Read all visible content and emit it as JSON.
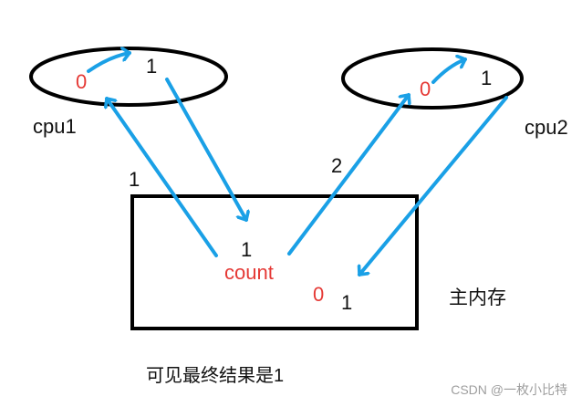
{
  "colors": {
    "arrow": "#1aa0e6",
    "shape_stroke": "#000000",
    "text_black": "#111111",
    "text_red": "#e53935",
    "watermark": "#9e9e9e"
  },
  "cpu1": {
    "label": "cpu1",
    "register_initial": "0",
    "register_updated": "1"
  },
  "cpu2": {
    "label": "cpu2",
    "register_initial": "0",
    "register_updated": "1"
  },
  "main_memory": {
    "label": "主内存",
    "variable_name": "count",
    "value_from_cpu1": "1",
    "initial_value": "0",
    "value_from_cpu2": "1"
  },
  "arrows": {
    "read_order_cpu1": "1",
    "read_order_cpu2": "2"
  },
  "conclusion": "可见最终结果是1",
  "watermark": "CSDN @一枚小比特"
}
